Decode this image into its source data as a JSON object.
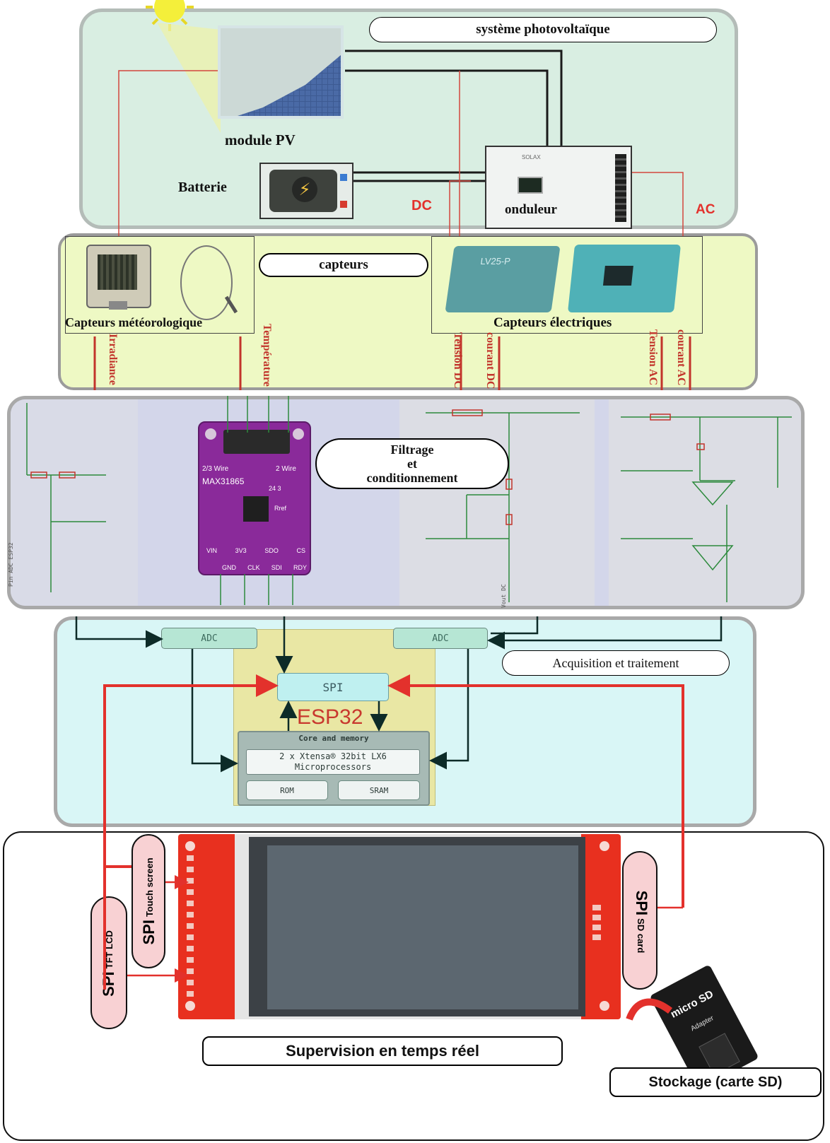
{
  "pv_section": {
    "title": "système photovoltaïque",
    "module_label": "module PV",
    "battery_label": "Batterie",
    "inverter_label": "onduleur",
    "inverter_brand": "SOLAX",
    "dc_label": "DC",
    "ac_label": "AC"
  },
  "sensor_section": {
    "title": "capteurs",
    "weather_label": "Capteurs météorologique",
    "electrical_label": "Capteurs électriques",
    "sensor_part": "LV25-P",
    "signals": [
      "Irradiance",
      "Température",
      "Tension DC",
      "courant DC",
      "Tension AC",
      "courant AC"
    ]
  },
  "filter_section": {
    "title": "Filtrage et conditionnement",
    "title_lines": [
      "Filtrage",
      "et",
      "conditionnement"
    ],
    "chip_name": "MAX31865",
    "wire_labels": [
      "2/3 Wire",
      "2 Wire"
    ],
    "pins": [
      "VIN",
      "3V3",
      "SDO",
      "CS",
      "GND",
      "CLK",
      "SDI",
      "RDY"
    ],
    "jumper_labels": [
      "24",
      "3"
    ],
    "rref_label": "Rref"
  },
  "acquisition_section": {
    "title": "Acquisition et traitement",
    "adc_left": "ADC",
    "adc_right": "ADC",
    "spi": "SPI",
    "chip": "ESP32",
    "core_title": "Core and memory",
    "core_line1": "2 x Xtensa® 32bit LX6",
    "core_line2": "Microprocessors",
    "rom": "ROM",
    "sram": "SRAM"
  },
  "supervision_section": {
    "title": "Supervision en temps réel",
    "storage": "Stockage (carte SD)",
    "spi": "SPI",
    "tft_label": "TFT LCD",
    "touch_label": "Touch screen",
    "sd_label": "SD card",
    "micro_sd": "micro SD",
    "adapter": "Adapter"
  },
  "colors": {
    "pv_bg": "#d9eee2",
    "sensor_bg": "#eef9c4",
    "filter_bg": "#d3d6ea",
    "acq_bg": "#d9f6f6",
    "esp_bg": "#e9e7a4",
    "signal_red": "#e3312c",
    "board_red": "#e8301f",
    "pcb_purple": "#8a2a9a"
  },
  "icons": [
    "sun-icon",
    "lightning-icon",
    "pv-panel-icon",
    "battery-icon",
    "inverter-icon",
    "pyranometer-icon",
    "temperature-probe-icon",
    "current-sensor-icon",
    "lcd-display-icon",
    "sd-card-icon"
  ]
}
